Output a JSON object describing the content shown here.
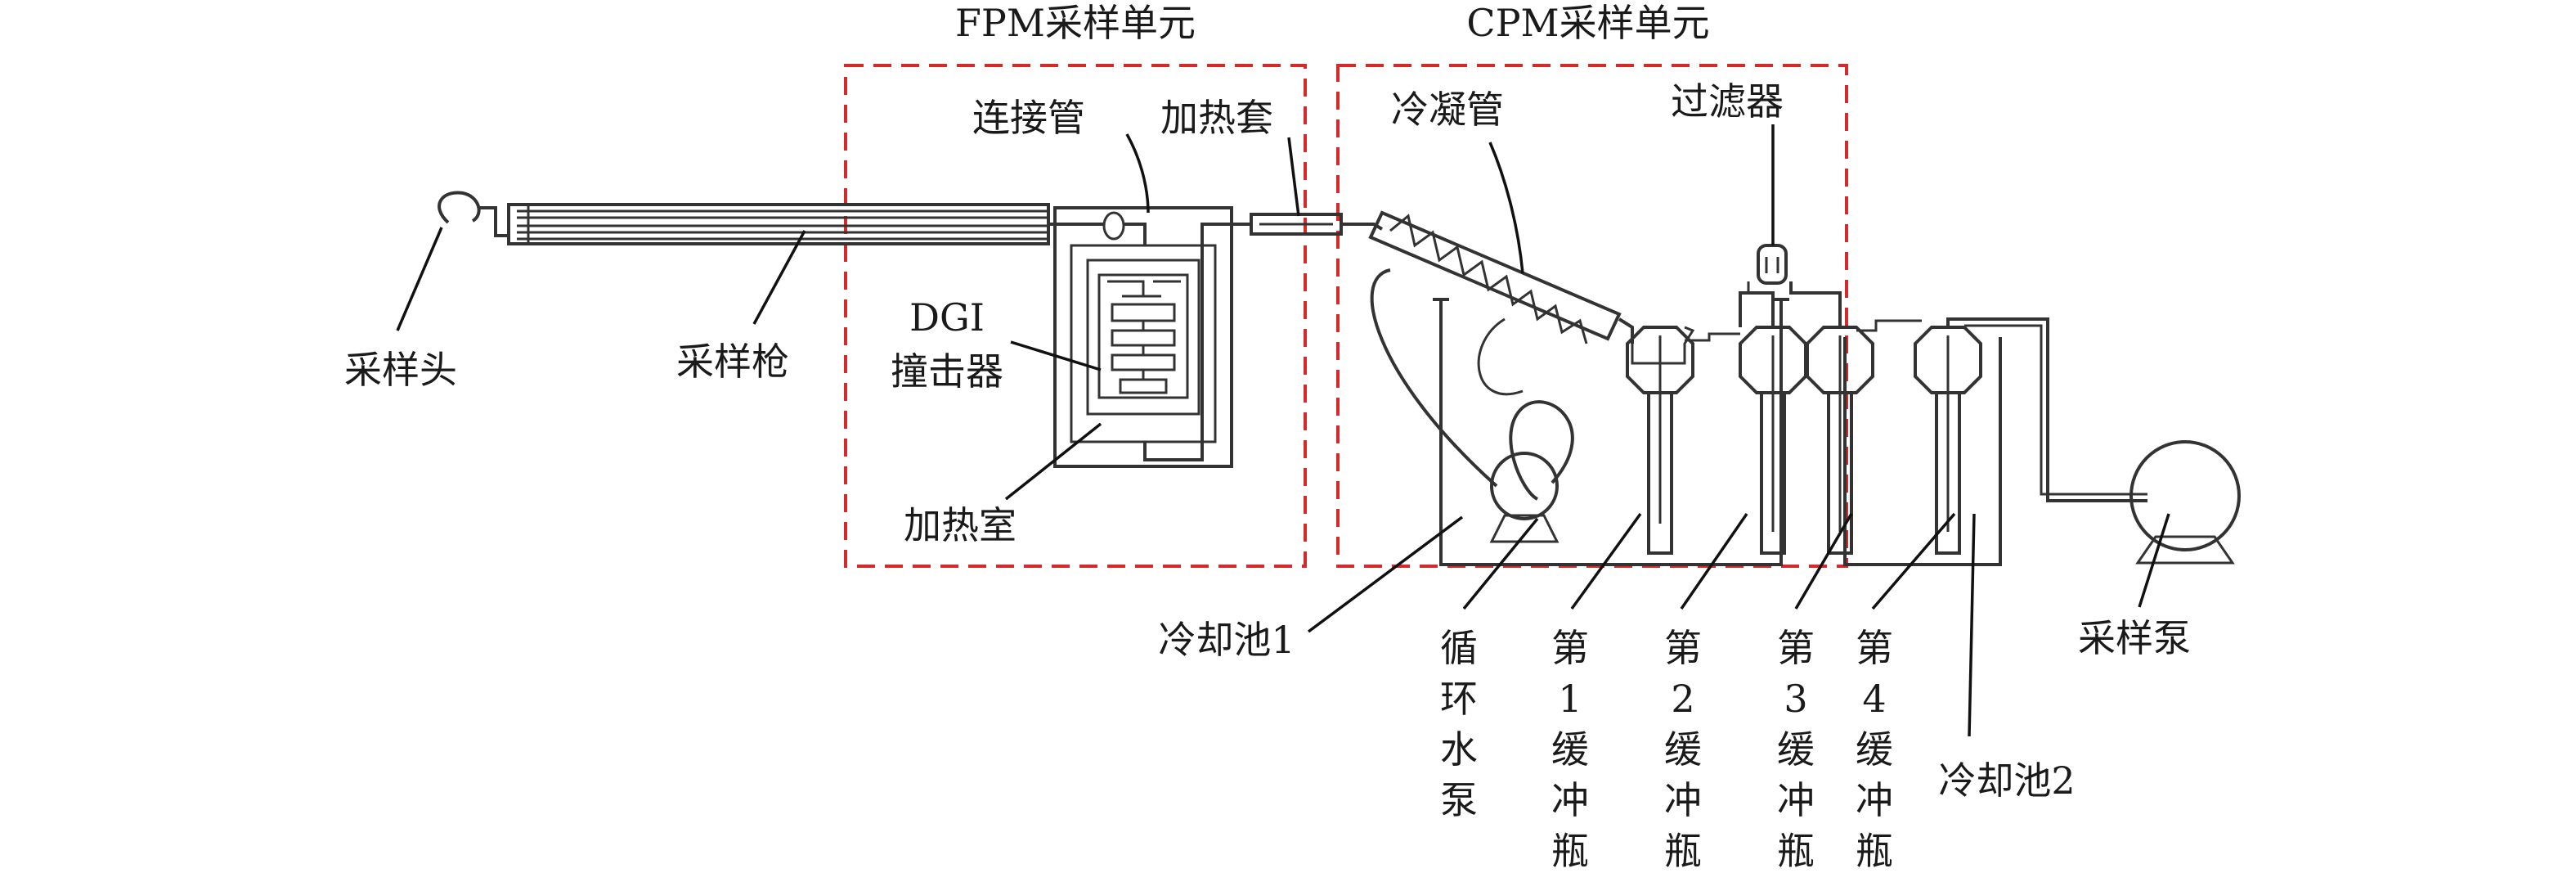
{
  "diagram": {
    "units": {
      "fpm": "FPM采样单元",
      "cpm": "CPM采样单元"
    },
    "labels": {
      "sampling_head": "采样头",
      "sampling_gun": "采样枪",
      "connecting_tube": "连接管",
      "heating_jacket": "加热套",
      "dgi_line1": "DGI",
      "dgi_line2": "撞击器",
      "heating_chamber": "加热室",
      "condenser": "冷凝管",
      "filter": "过滤器",
      "cooling_pool_1": "冷却池1",
      "circulating_pump": [
        "循",
        "环",
        "水",
        "泵"
      ],
      "buffer_1": [
        "第",
        "1",
        "缓",
        "冲",
        "瓶"
      ],
      "buffer_2": [
        "第",
        "2",
        "缓",
        "冲",
        "瓶"
      ],
      "buffer_3": [
        "第",
        "3",
        "缓",
        "冲",
        "瓶"
      ],
      "buffer_4": [
        "第",
        "4",
        "缓",
        "冲",
        "瓶"
      ],
      "cooling_pool_2": "冷却池2",
      "sampling_pump": "采样泵"
    },
    "colors": {
      "line": "#333333",
      "dashed_box": "#d42a2a",
      "text": "#1a1a1a"
    }
  }
}
